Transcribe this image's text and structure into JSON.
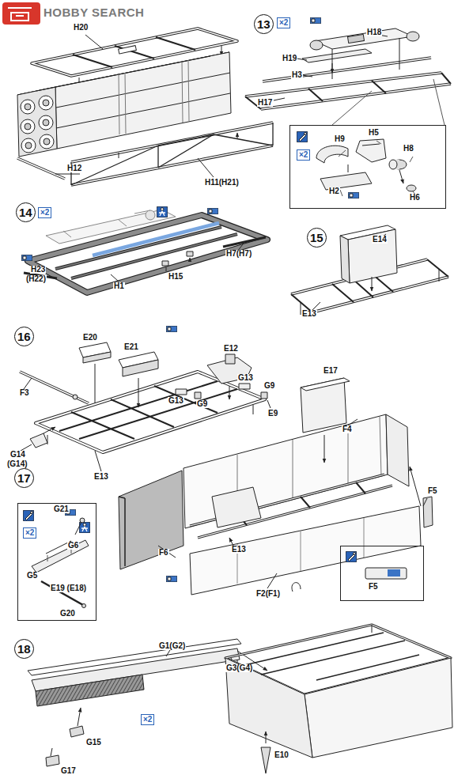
{
  "diagram": {
    "nodes": [
      {
        "text": [
          "13"
        ]
      },
      {
        "text": [
          "×2",
          "H9",
          "H5",
          "H8",
          "H2",
          "H6"
        ]
      },
      {
        "text": [
          "14"
        ]
      },
      {
        "text": [
          "15"
        ]
      },
      {
        "text": [
          "16"
        ]
      },
      {
        "text": [
          "17"
        ]
      },
      {
        "text": [
          "×2",
          "G21",
          "G6",
          "G5",
          "E19 (E18)",
          "G20"
        ]
      },
      {
        "text": [
          "F5"
        ]
      },
      {
        "text": [
          "18"
        ]
      }
    ],
    "labels": [
      "HOBBY SEARCH",
      "H20",
      "H12",
      "H11(H21)",
      "×2",
      "H18",
      "H19",
      "H3",
      "H17",
      "×2",
      "H23",
      "(H22)",
      "H1",
      "H15",
      "H7(H7)",
      "E14",
      "E13",
      "E20",
      "E21",
      "E12",
      "G13",
      "G9",
      "G13",
      "G9",
      "E9",
      "F3",
      "G14",
      "(G14)",
      "E13",
      "E17",
      "F4",
      "F5",
      "F6",
      "E13",
      "F2(F1)",
      "G1(G2)",
      "G3(G4)",
      "×2",
      "G15",
      "G17",
      "E10"
    ]
  }
}
